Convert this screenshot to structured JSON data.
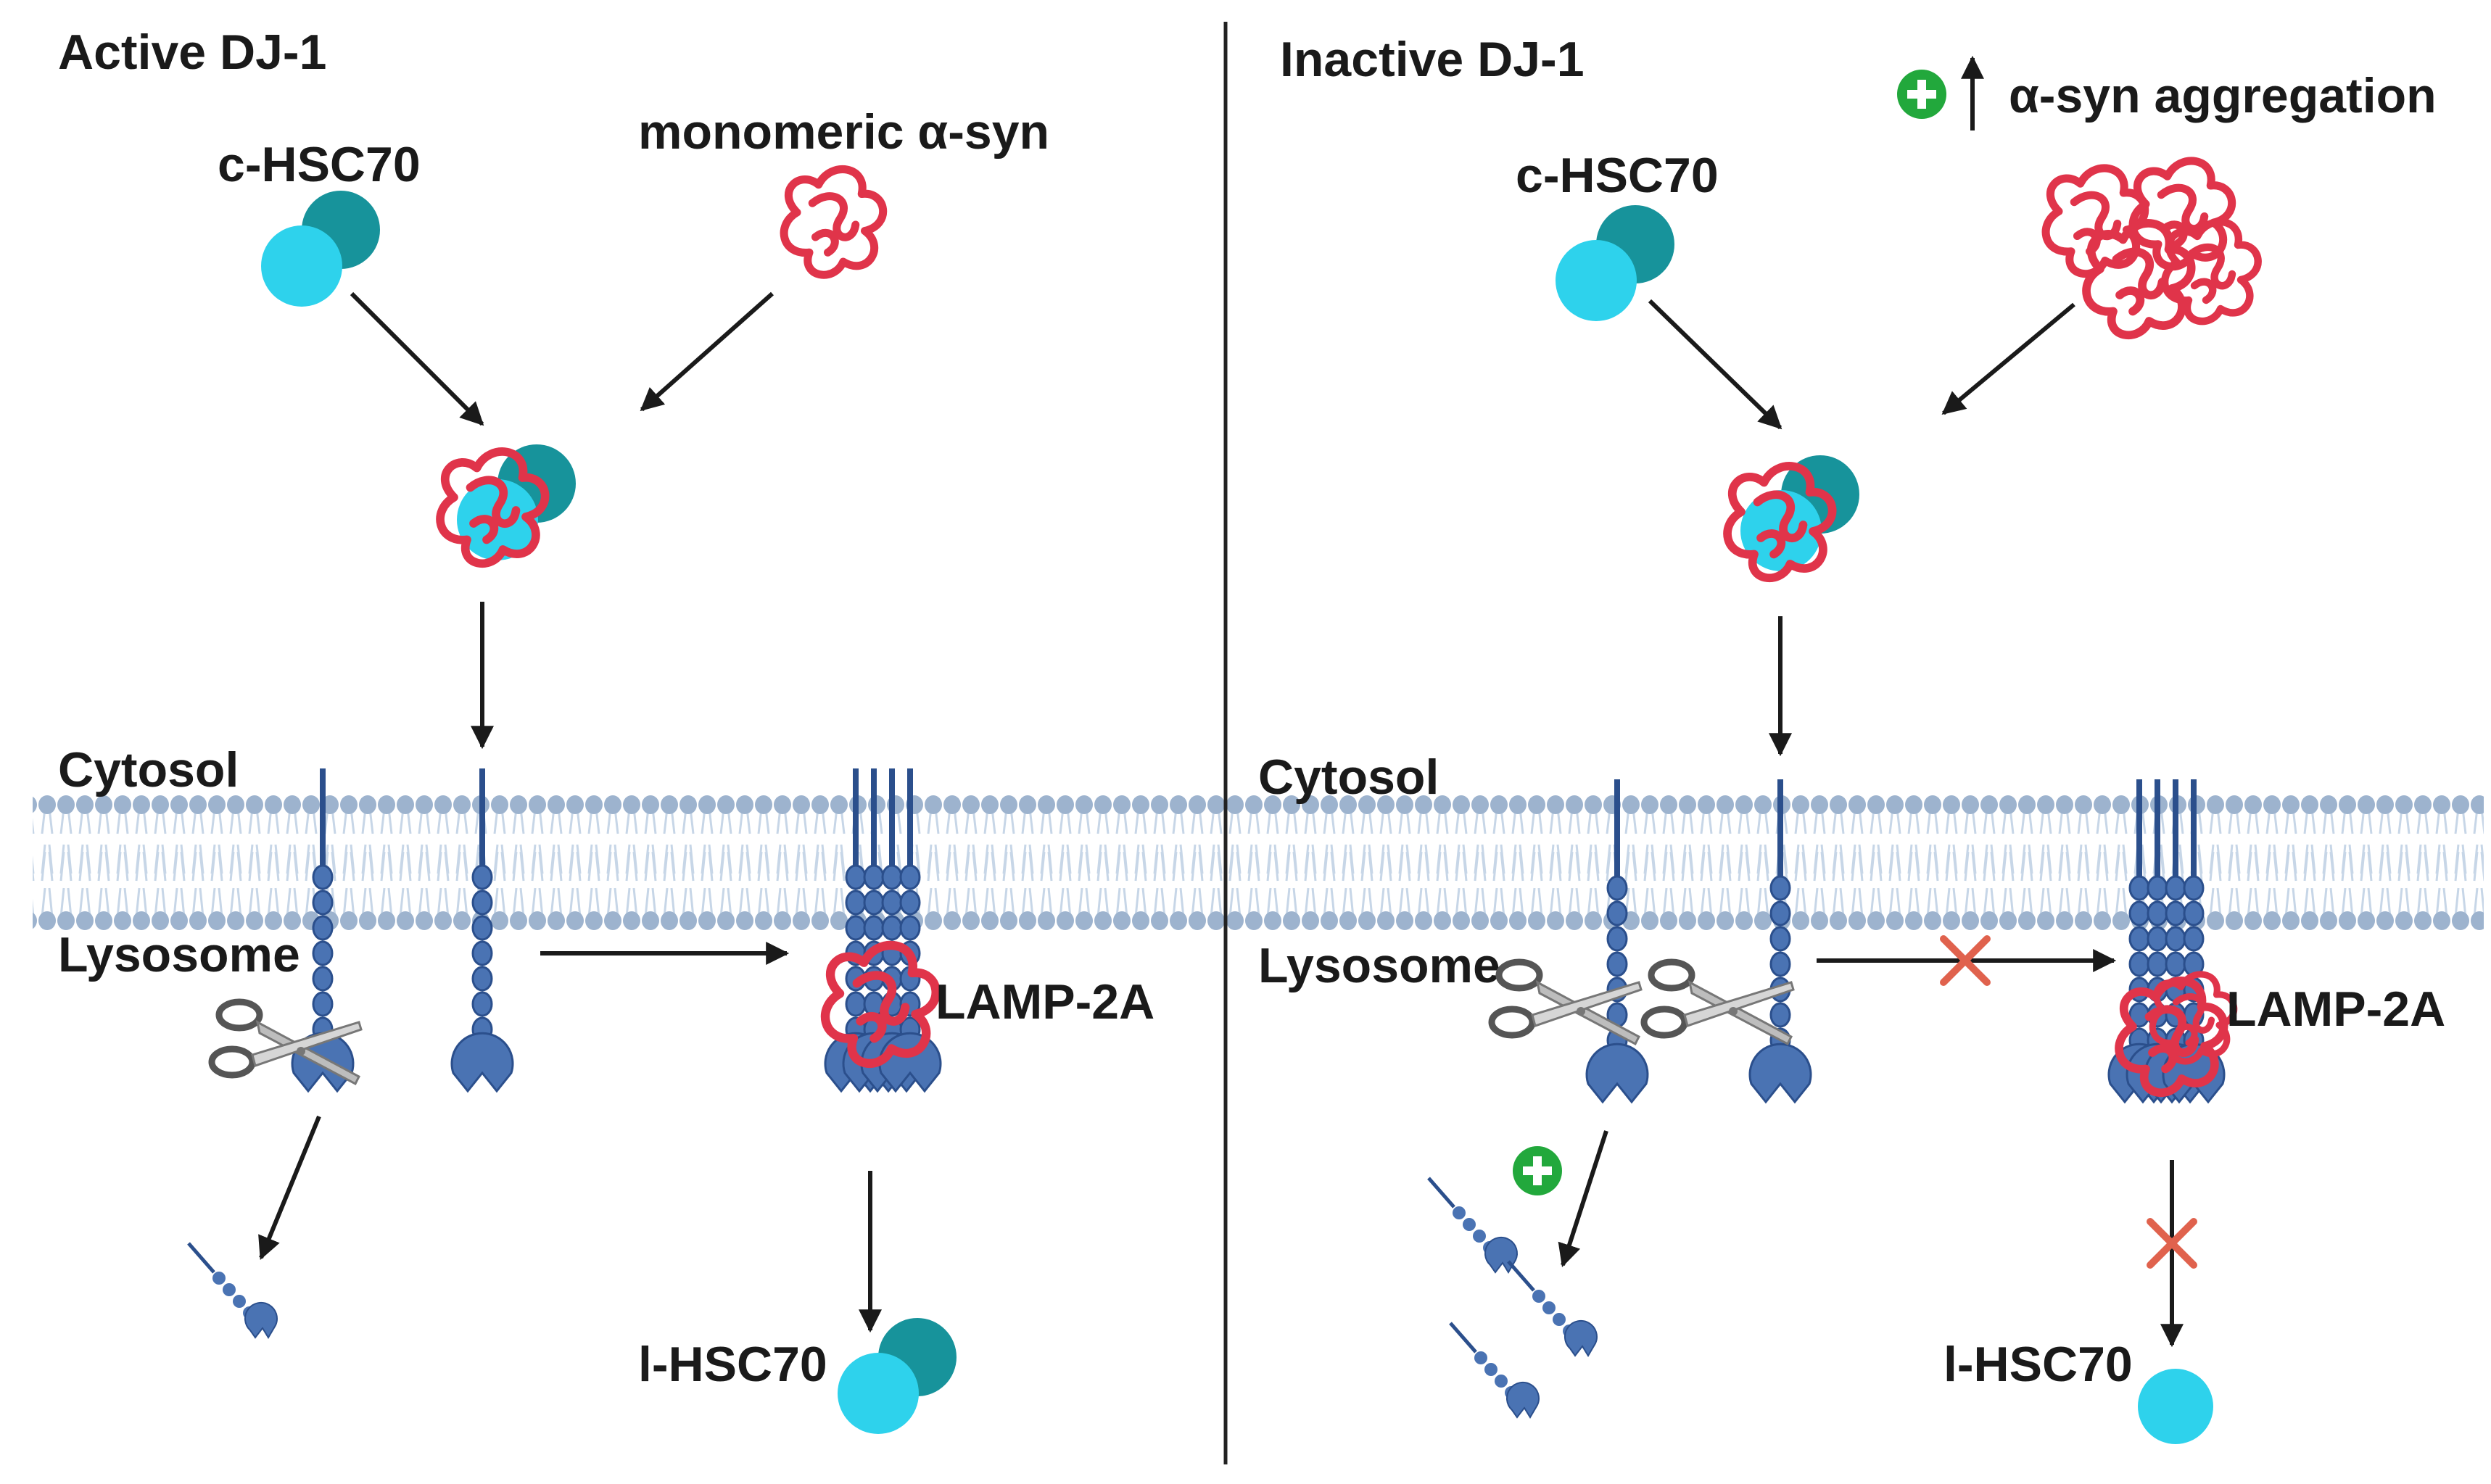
{
  "panels": {
    "left": {
      "title": "Active DJ-1",
      "chaperone_label": "c-HSC70",
      "substrate_label": "monomeric α-syn",
      "cytosol_label": "Cytosol",
      "lysosome_label": "Lysosome",
      "receptor_label": "LAMP-2A",
      "lumen_chaperone_label": "l-HSC70"
    },
    "right": {
      "title": "Inactive DJ-1",
      "chaperone_label": "c-HSC70",
      "aggregation_label": "α-syn aggregation",
      "cytosol_label": "Cytosol",
      "lysosome_label": "Lysosome",
      "receptor_label": "LAMP-2A",
      "lumen_chaperone_label": "l-HSC70"
    }
  },
  "symbols": {
    "increase": "plus-circle-icon",
    "up": "up-arrow-icon",
    "block": "x-mark-icon"
  },
  "colors": {
    "hsc70_dark": "#17939b",
    "hsc70_light": "#2ed2ec",
    "alpha_syn": "#e0344a",
    "lamp2a": "#4a73b3",
    "lamp2a_dark": "#2b4f8c",
    "membrane_head": "#9db3ce",
    "membrane_tail": "#c7d6e7",
    "plus": "#22a83c",
    "block_x": "#e0624d"
  }
}
